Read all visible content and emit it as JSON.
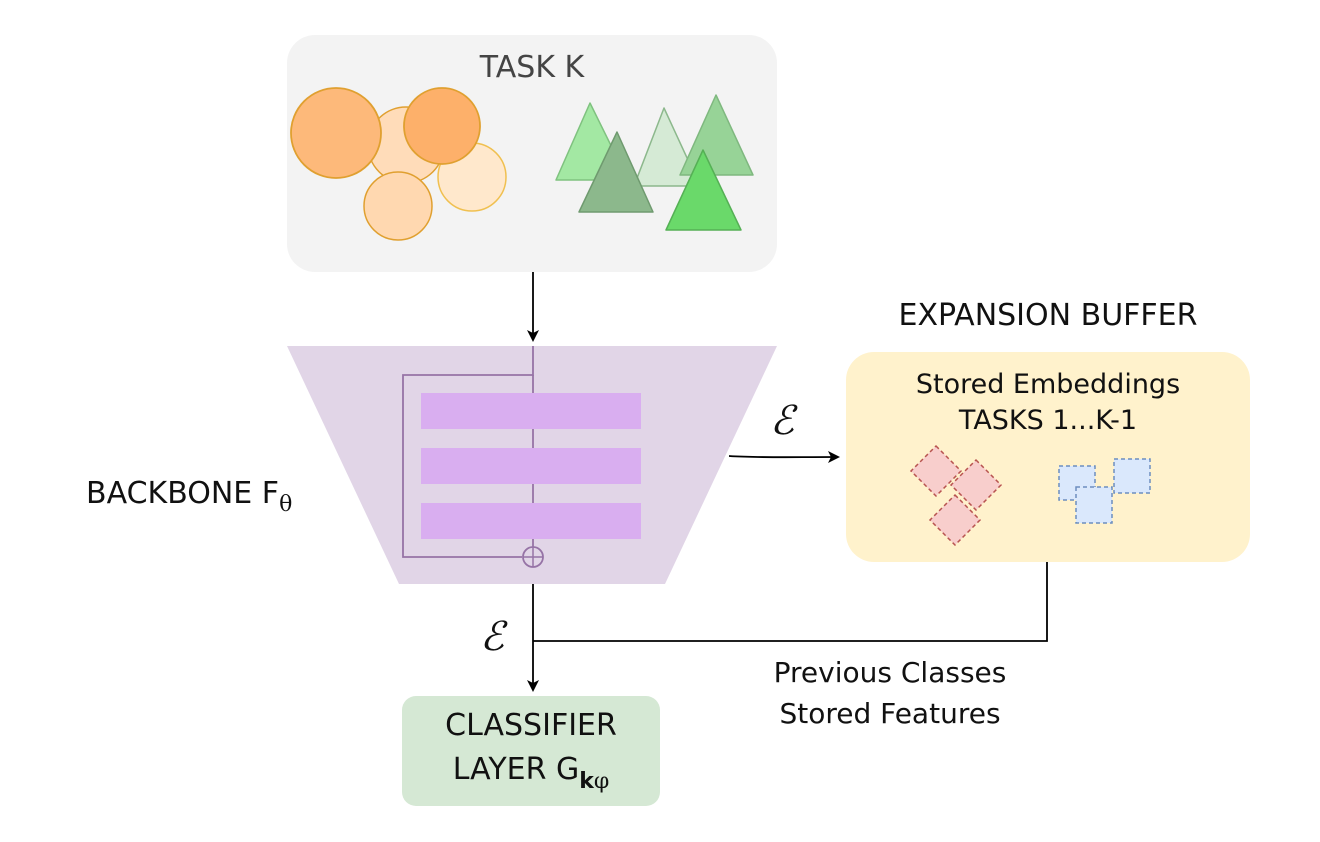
{
  "task": {
    "title": "TASK K"
  },
  "backbone": {
    "label": "BACKBONE F",
    "subscript": "θ"
  },
  "buffer": {
    "title": "EXPANSION BUFFER",
    "line1": "Stored Embeddings",
    "line2": "TASKS 1...K-1"
  },
  "classifier": {
    "line1": "CLASSIFIER",
    "line2": "LAYER G",
    "subscript_k": "k",
    "subscript_phi": "φ"
  },
  "previous": {
    "line1": "Previous Classes",
    "line2": "Stored Features"
  },
  "embedding_symbol": "ℰ",
  "colors": {
    "task_box": "#f3f3f3",
    "circle_fill": "#fdb97a",
    "circle_light": "#ffdcb9",
    "circle_stroke": "#e0a030",
    "triangle_green": "#6ad96a",
    "triangle_dark": "#8cb88c",
    "backbone_fill": "#e1d5e7",
    "layer_fill": "#d9aef0",
    "buffer_fill": "#fff2cc",
    "diamond_fill": "#f8cecc",
    "diamond_stroke": "#b85450",
    "square_fill": "#dae8fc",
    "square_stroke": "#6c8ebf",
    "classifier_fill": "#d5e8d4"
  }
}
